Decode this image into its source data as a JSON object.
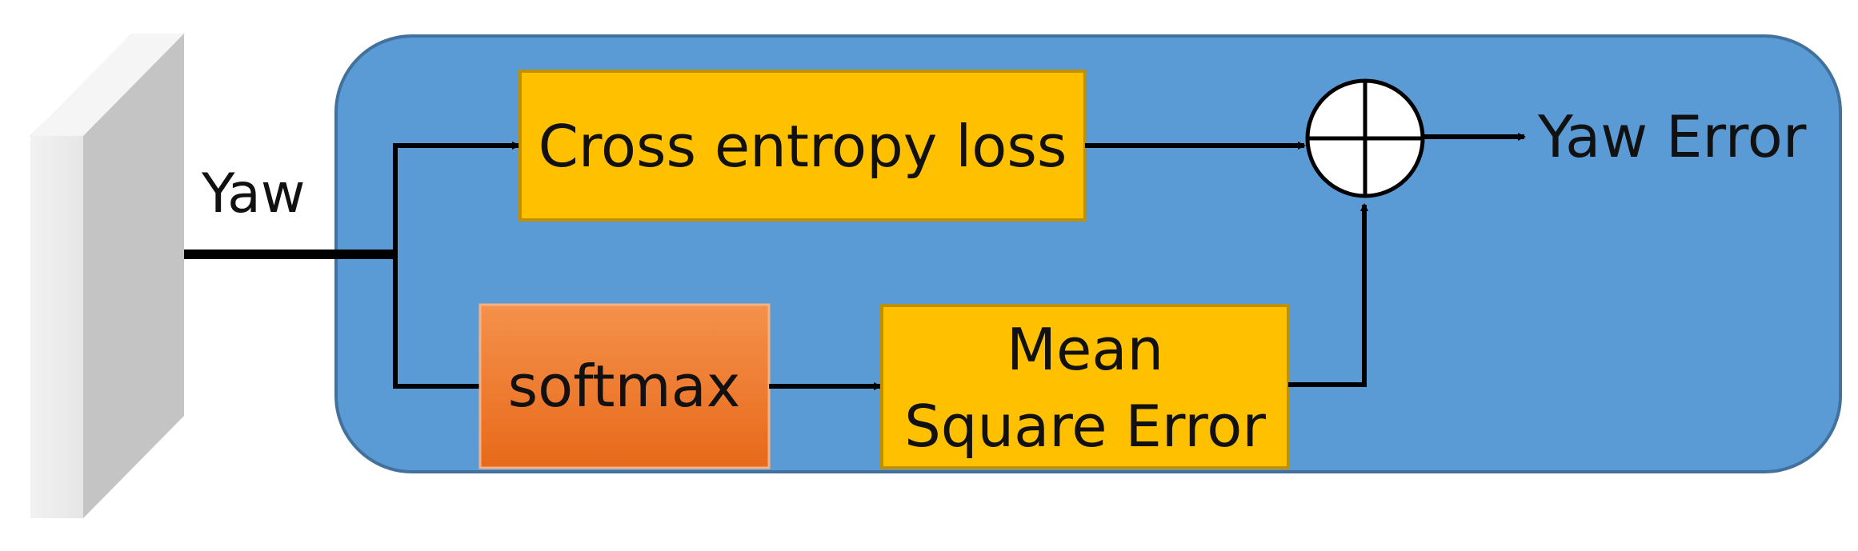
{
  "input_label": "Yaw",
  "cross_entropy": {
    "label": "Cross entropy loss"
  },
  "softmax": {
    "label": "softmax"
  },
  "mse": {
    "line1": "Mean",
    "line2": "Square Error"
  },
  "output_label": "Yaw Error",
  "colors": {
    "panel": "#5B9BD5",
    "panel_border": "#41719C",
    "yellow_box": "#FFC000",
    "yellow_border": "#BF9000",
    "orange_top": "#F4914B",
    "orange_bottom": "#E8691A",
    "orange_border": "#F4B183",
    "arrow": "#000000"
  }
}
